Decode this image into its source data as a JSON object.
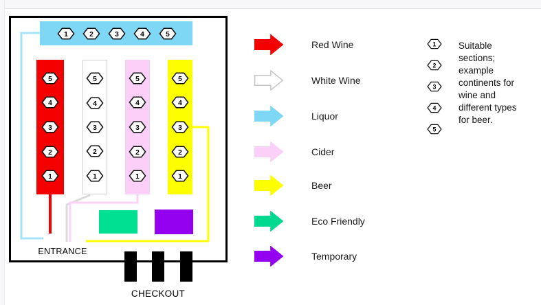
{
  "map": {
    "entrance_label": "ENTRANCE",
    "checkout_label": "CHECKOUT",
    "top_bar": {
      "name": "liquor-section-bar",
      "color": "#7ed8f5",
      "sections": [
        "1",
        "2",
        "3",
        "4",
        "5"
      ]
    },
    "aisle_sections": [
      "5",
      "4",
      "3",
      "2",
      "1"
    ],
    "aisles": [
      {
        "name": "red-wine",
        "color": "#f40000",
        "border": ""
      },
      {
        "name": "white-wine",
        "color": "#ffffff",
        "border": "#cfcfcf"
      },
      {
        "name": "cider",
        "color": "#fbd0f8",
        "border": ""
      },
      {
        "name": "beer",
        "color": "#fdff00",
        "border": ""
      }
    ],
    "areas": [
      {
        "name": "eco-friendly",
        "color": "#00e093"
      },
      {
        "name": "temporary",
        "color": "#9400f0"
      }
    ],
    "routes": {
      "liquor": "#a5e3fa",
      "red_wine": "#f40000",
      "white_wine": "#dbdbdb",
      "cider": "#fbd3f7",
      "beer": "#fbff00"
    }
  },
  "legend": {
    "items": [
      {
        "label": "Red Wine",
        "color": "#f40000",
        "stroke": "#f40000"
      },
      {
        "label": "White Wine",
        "color": "#ffffff",
        "stroke": "#c4c4c4"
      },
      {
        "label": "Liquor",
        "color": "#7ed8f5",
        "stroke": "#7ed8f5"
      },
      {
        "label": "Cider",
        "color": "#fbd0f8",
        "stroke": "#fbd0f8"
      },
      {
        "label": "Beer",
        "color": "#fdff00",
        "stroke": "#fdff00"
      },
      {
        "label": "Eco Friendly",
        "color": "#00d98f",
        "stroke": "#00d98f"
      },
      {
        "label": "Temporary",
        "color": "#9400f0",
        "stroke": "#9400f0"
      }
    ]
  },
  "notes": {
    "sections": [
      "1",
      "2",
      "3",
      "4",
      "5"
    ],
    "text": "Suitable sections; example continents for wine and different types for beer."
  }
}
